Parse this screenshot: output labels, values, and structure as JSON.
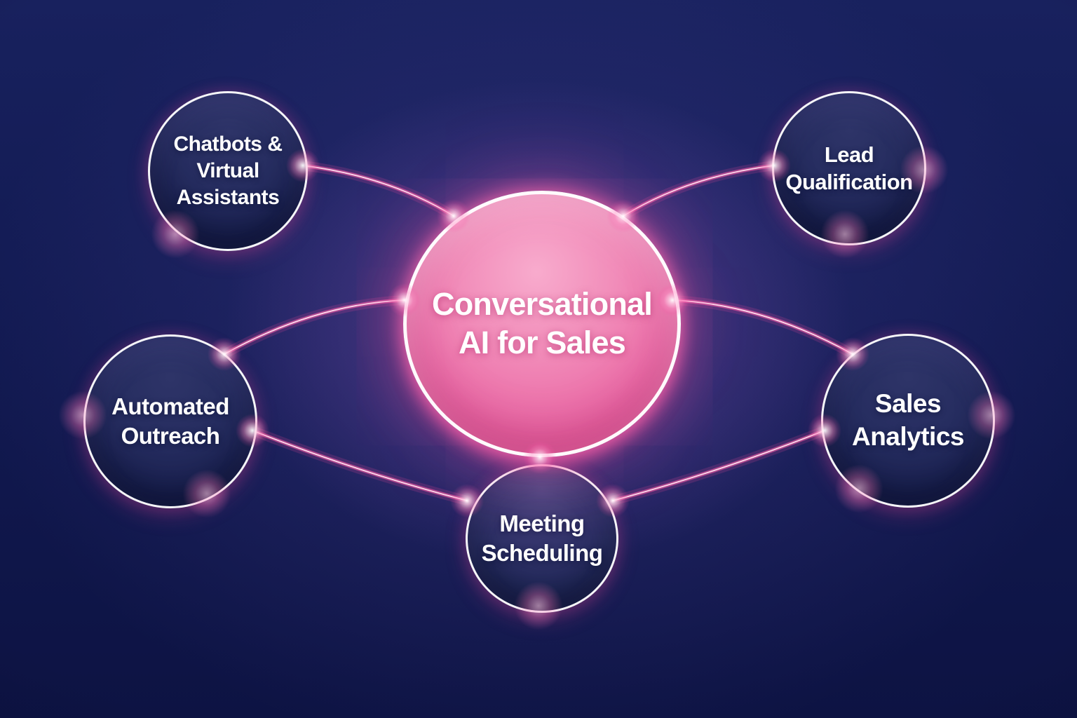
{
  "diagram": {
    "hub": {
      "id": "conversational-ai-for-sales",
      "lines": [
        "Conversational",
        "AI for Sales"
      ]
    },
    "nodes": [
      {
        "id": "chatbots-virtual-assistants",
        "lines": [
          "Chatbots &",
          "Virtual Assistants"
        ],
        "position": "top-left"
      },
      {
        "id": "lead-qualification",
        "lines": [
          "Lead",
          "Qualification"
        ],
        "position": "top-right"
      },
      {
        "id": "automated-outreach",
        "lines": [
          "Automated",
          "Outreach"
        ],
        "position": "middle-left"
      },
      {
        "id": "sales-analytics",
        "lines": [
          "Sales",
          "Analytics"
        ],
        "position": "middle-right"
      },
      {
        "id": "meeting-scheduling",
        "lines": [
          "Meeting",
          "Scheduling"
        ],
        "position": "bottom-center"
      }
    ],
    "edges": [
      {
        "from": "conversational-ai-for-sales",
        "to": "chatbots-virtual-assistants"
      },
      {
        "from": "conversational-ai-for-sales",
        "to": "lead-qualification"
      },
      {
        "from": "conversational-ai-for-sales",
        "to": "automated-outreach"
      },
      {
        "from": "conversational-ai-for-sales",
        "to": "sales-analytics"
      },
      {
        "from": "automated-outreach",
        "to": "meeting-scheduling"
      },
      {
        "from": "sales-analytics",
        "to": "meeting-scheduling"
      }
    ],
    "colors": {
      "background": "#111a4e",
      "accent_pink": "#ff5fa2",
      "hub_fill": "#ee6ba6",
      "node_fill": "#20275a",
      "ring": "#ffffff",
      "text": "#ffffff"
    }
  }
}
